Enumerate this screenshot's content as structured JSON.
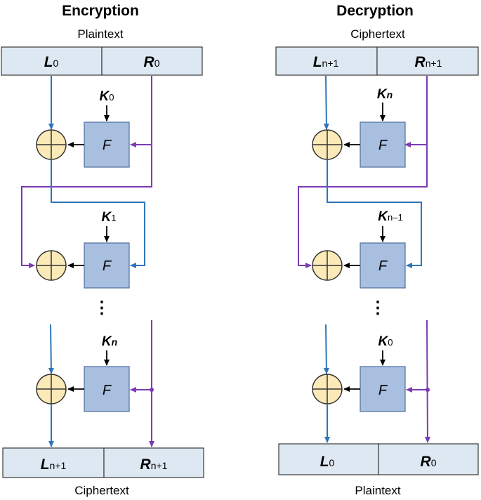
{
  "encryption": {
    "title": "Encryption",
    "input_label": "Plaintext",
    "output_label": "Ciphertext",
    "top_left": {
      "var": "L",
      "sub": "0"
    },
    "top_right": {
      "var": "R",
      "sub": "0"
    },
    "bottom_left": {
      "var": "L",
      "sub": "n+1"
    },
    "bottom_right": {
      "var": "R",
      "sub": "n+1"
    },
    "keys": [
      {
        "var": "K",
        "sub": "0"
      },
      {
        "var": "K",
        "sub": "1"
      },
      {
        "var": "K",
        "sub": "n"
      }
    ]
  },
  "decryption": {
    "title": "Decryption",
    "input_label": "Ciphertext",
    "output_label": "Plaintext",
    "top_left": {
      "var": "L",
      "sub": "n+1"
    },
    "top_right": {
      "var": "R",
      "sub": "n+1"
    },
    "bottom_left": {
      "var": "L",
      "sub": "0"
    },
    "bottom_right": {
      "var": "R",
      "sub": "0"
    },
    "keys": [
      {
        "var": "K",
        "sub": "n"
      },
      {
        "var": "K",
        "sub": "n–1"
      },
      {
        "var": "K",
        "sub": "0"
      }
    ]
  },
  "round_function_label": "F",
  "ellipsis": "⋮",
  "colors": {
    "left_path": "#2f74b8",
    "right_path": "#7b3bb3",
    "f_box": "#a8bfe0",
    "xor": "#fbe9b8",
    "register": "#dde8f2"
  }
}
